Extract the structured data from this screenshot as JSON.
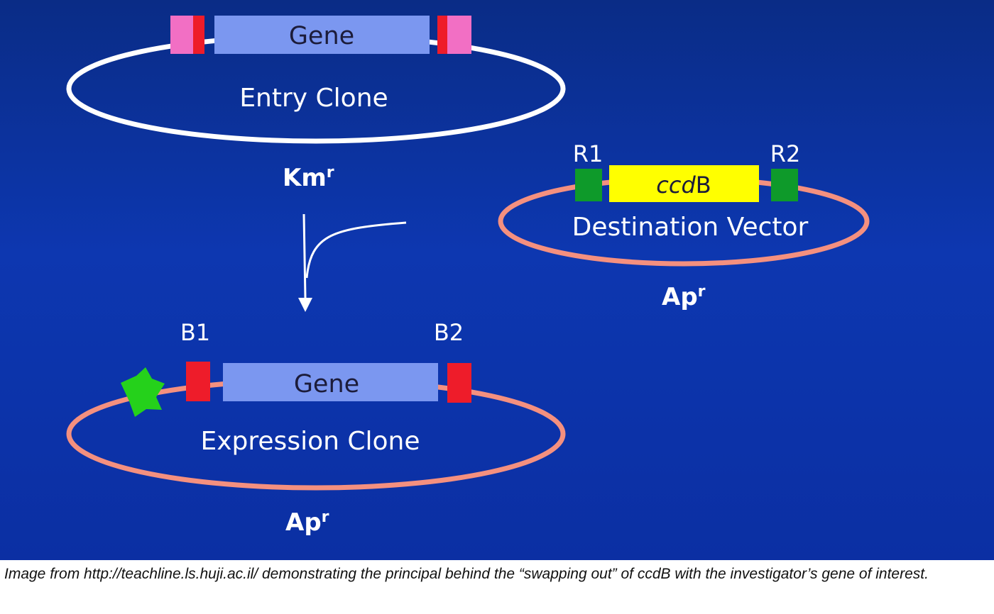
{
  "entry_clone": {
    "gene_label": "Gene",
    "name": "Entry Clone",
    "resistance_main": "Km",
    "resistance_super": "r"
  },
  "destination_vector": {
    "left_site": "R1",
    "right_site": "R2",
    "cassette_italic": "ccd",
    "cassette_plain": "B",
    "name": "Destination Vector",
    "resistance_main": "Ap",
    "resistance_super": "r"
  },
  "expression_clone": {
    "left_site": "B1",
    "right_site": "B2",
    "gene_label": "Gene",
    "name": "Expression Clone",
    "resistance_main": "Ap",
    "resistance_super": "r"
  },
  "caption": "Image from http://teachline.ls.huji.ac.il/ demonstrating the principal behind the “swapping out” of ccdB with the investigator’s gene of interest.",
  "colors": {
    "background": "#0b2fa3",
    "entry_backbone": "#ffffff",
    "vector_backbone": "#f4907f",
    "gene_box": "#7b97f0",
    "att_site_red": "#ee1c2a",
    "att_site_pink": "#f26fc4",
    "recombination_site_green": "#0e9a2a",
    "ccdb_box": "#ffff00",
    "promoter_green": "#25d11b"
  }
}
